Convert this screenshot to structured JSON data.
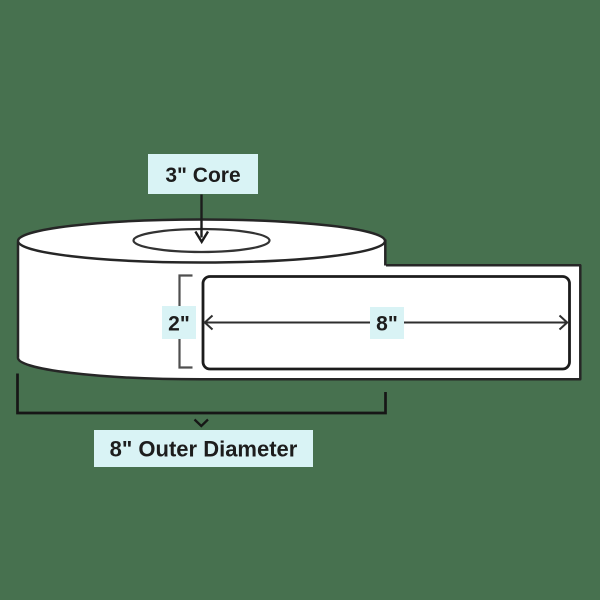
{
  "colors": {
    "background": "#47714f",
    "label_background": "#d9f3f5",
    "shape_fill": "#ffffff",
    "outline": "#262626",
    "bracket": "#4f4f4f",
    "text": "#1d1d1d"
  },
  "diagram": {
    "annotations": {
      "core": "3\" Core",
      "label_height": "2\"",
      "label_width": "8\"",
      "outer_diameter": "8\" Outer Diameter"
    },
    "measurements": {
      "core_diameter": "3\"",
      "label_height": "2\"",
      "label_width": "8\"",
      "outer_diameter": "8\""
    }
  }
}
